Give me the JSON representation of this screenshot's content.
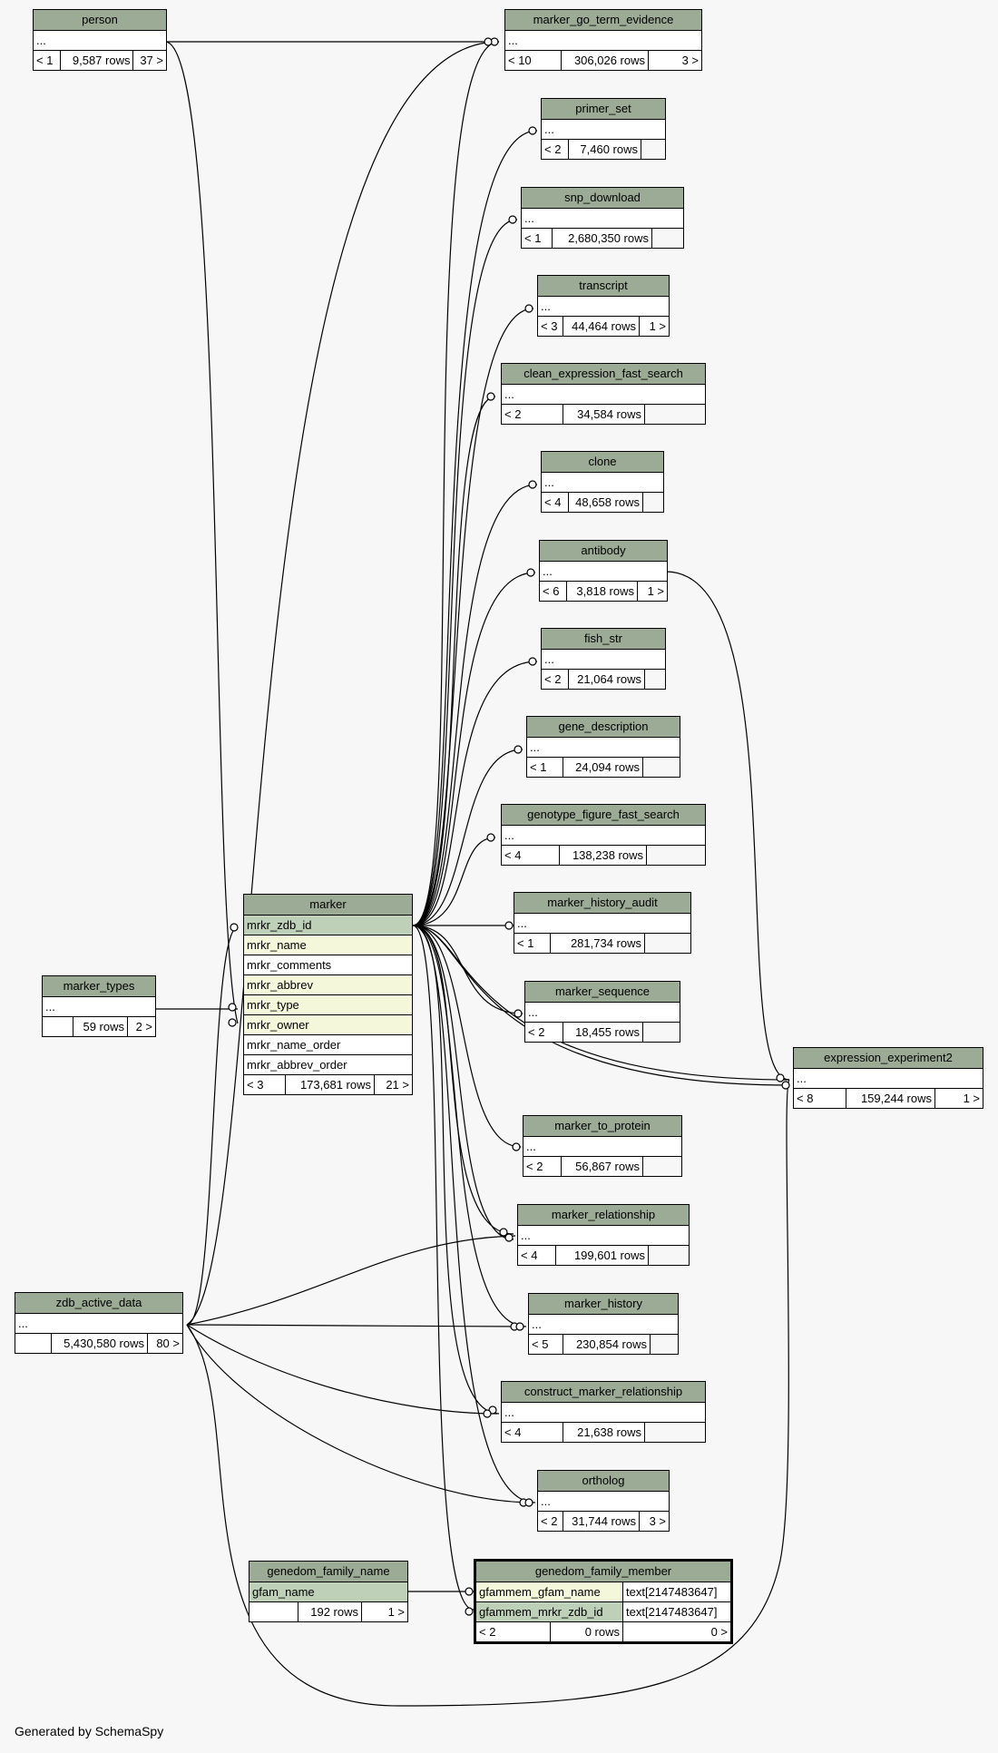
{
  "footer_text": "Generated by SchemaSpy",
  "tables": {
    "person": {
      "name": "person",
      "rows": [
        "..."
      ],
      "foot": [
        "< 1",
        "9,587 rows",
        "37 >"
      ]
    },
    "marker_go_term_evidence": {
      "name": "marker_go_term_evidence",
      "rows": [
        "..."
      ],
      "foot": [
        "< 10",
        "306,026 rows",
        "3 >"
      ]
    },
    "primer_set": {
      "name": "primer_set",
      "rows": [
        "..."
      ],
      "foot": [
        "< 2",
        "7,460 rows",
        ""
      ]
    },
    "snp_download": {
      "name": "snp_download",
      "rows": [
        "..."
      ],
      "foot": [
        "< 1",
        "2,680,350 rows",
        ""
      ]
    },
    "transcript": {
      "name": "transcript",
      "rows": [
        "..."
      ],
      "foot": [
        "< 3",
        "44,464 rows",
        "1 >"
      ]
    },
    "clean_expression_fast_search": {
      "name": "clean_expression_fast_search",
      "rows": [
        "..."
      ],
      "foot": [
        "< 2",
        "34,584 rows",
        ""
      ]
    },
    "clone": {
      "name": "clone",
      "rows": [
        "..."
      ],
      "foot": [
        "< 4",
        "48,658 rows",
        ""
      ]
    },
    "antibody": {
      "name": "antibody",
      "rows": [
        "..."
      ],
      "foot": [
        "< 6",
        "3,818 rows",
        "1 >"
      ]
    },
    "fish_str": {
      "name": "fish_str",
      "rows": [
        "..."
      ],
      "foot": [
        "< 2",
        "21,064 rows",
        ""
      ]
    },
    "gene_description": {
      "name": "gene_description",
      "rows": [
        "..."
      ],
      "foot": [
        "< 1",
        "24,094 rows",
        ""
      ]
    },
    "genotype_figure_fast_search": {
      "name": "genotype_figure_fast_search",
      "rows": [
        "..."
      ],
      "foot": [
        "< 4",
        "138,238 rows",
        ""
      ]
    },
    "marker_history_audit": {
      "name": "marker_history_audit",
      "rows": [
        "..."
      ],
      "foot": [
        "< 1",
        "281,734 rows",
        ""
      ]
    },
    "marker_sequence": {
      "name": "marker_sequence",
      "rows": [
        "..."
      ],
      "foot": [
        "< 2",
        "18,455 rows",
        ""
      ]
    },
    "marker": {
      "name": "marker",
      "rows": [
        "mrkr_zdb_id",
        "mrkr_name",
        "mrkr_comments",
        "mrkr_abbrev",
        "mrkr_type",
        "mrkr_owner",
        "mrkr_name_order",
        "mrkr_abbrev_order"
      ],
      "foot": [
        "< 3",
        "173,681 rows",
        "21 >"
      ]
    },
    "marker_types": {
      "name": "marker_types",
      "rows": [
        "..."
      ],
      "foot": [
        "",
        "59 rows",
        "2 >"
      ]
    },
    "expression_experiment2": {
      "name": "expression_experiment2",
      "rows": [
        "..."
      ],
      "foot": [
        "< 8",
        "159,244 rows",
        "1 >"
      ]
    },
    "marker_to_protein": {
      "name": "marker_to_protein",
      "rows": [
        "..."
      ],
      "foot": [
        "< 2",
        "56,867 rows",
        ""
      ]
    },
    "marker_relationship": {
      "name": "marker_relationship",
      "rows": [
        "..."
      ],
      "foot": [
        "< 4",
        "199,601 rows",
        ""
      ]
    },
    "zdb_active_data": {
      "name": "zdb_active_data",
      "rows": [
        "..."
      ],
      "foot": [
        "",
        "5,430,580 rows",
        "80 >"
      ]
    },
    "marker_history": {
      "name": "marker_history",
      "rows": [
        "..."
      ],
      "foot": [
        "< 5",
        "230,854 rows",
        ""
      ]
    },
    "construct_marker_relationship": {
      "name": "construct_marker_relationship",
      "rows": [
        "..."
      ],
      "foot": [
        "< 4",
        "21,638 rows",
        ""
      ]
    },
    "ortholog": {
      "name": "ortholog",
      "rows": [
        "..."
      ],
      "foot": [
        "< 2",
        "31,744 rows",
        "3 >"
      ]
    },
    "genedom_family_name": {
      "name": "genedom_family_name",
      "rows": [
        "gfam_name"
      ],
      "foot": [
        "",
        "192 rows",
        "1 >"
      ]
    },
    "genedom_family_member": {
      "name": "genedom_family_member",
      "rows": [
        "gfammem_gfam_name",
        "gfammem_mrkr_zdb_id"
      ],
      "types": [
        "text[2147483647]",
        "text[2147483647]"
      ],
      "foot": [
        "< 2",
        "0 rows",
        "0 >"
      ]
    }
  }
}
